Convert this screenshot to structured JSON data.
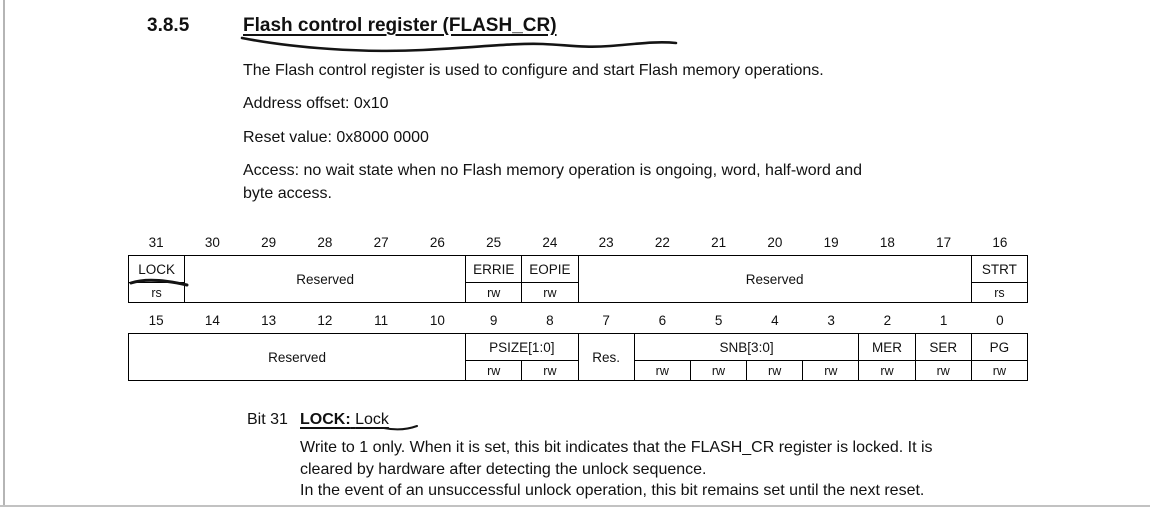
{
  "page": {
    "section_number": "3.8.5",
    "title": "Flash control register (FLASH_CR)",
    "paragraphs": {
      "intro": "The Flash control register is used to configure and start Flash memory operations.",
      "address_offset": "Address offset: 0x10",
      "reset_value": "Reset value: 0x8000 0000",
      "access_line1": "Access: no wait state when no Flash memory operation is ongoing, word, half-word and",
      "access_line2": "byte access."
    }
  },
  "register_diagram": {
    "register_name": "FLASH_CR",
    "rows": [
      {
        "bits": [
          "31",
          "30",
          "29",
          "28",
          "27",
          "26",
          "25",
          "24",
          "23",
          "22",
          "21",
          "20",
          "19",
          "18",
          "17",
          "16"
        ],
        "fields": [
          {
            "name": "LOCK",
            "span": 1,
            "access": [
              "rs"
            ]
          },
          {
            "name": "Reserved",
            "span": 5,
            "merged": true
          },
          {
            "name": "ERRIE",
            "span": 1,
            "access": [
              "rw"
            ]
          },
          {
            "name": "EOPIE",
            "span": 1,
            "access": [
              "rw"
            ]
          },
          {
            "name": "Reserved",
            "span": 7,
            "merged": true
          },
          {
            "name": "STRT",
            "span": 1,
            "access": [
              "rs"
            ]
          }
        ]
      },
      {
        "bits": [
          "15",
          "14",
          "13",
          "12",
          "11",
          "10",
          "9",
          "8",
          "7",
          "6",
          "5",
          "4",
          "3",
          "2",
          "1",
          "0"
        ],
        "fields": [
          {
            "name": "Reserved",
            "span": 6,
            "merged": true
          },
          {
            "name": "PSIZE[1:0]",
            "span": 2,
            "access": [
              "rw",
              "rw"
            ]
          },
          {
            "name": "Res.",
            "span": 1,
            "merged": true
          },
          {
            "name": "SNB[3:0]",
            "span": 4,
            "access": [
              "rw",
              "rw",
              "rw",
              "rw"
            ]
          },
          {
            "name": "MER",
            "span": 1,
            "access": [
              "rw"
            ]
          },
          {
            "name": "SER",
            "span": 1,
            "access": [
              "rw"
            ]
          },
          {
            "name": "PG",
            "span": 1,
            "access": [
              "rw"
            ]
          }
        ]
      }
    ]
  },
  "bit_description": {
    "bit_label": "Bit 31",
    "field_name": "LOCK:",
    "field_short": "Lock",
    "line1": "Write to 1 only. When it is set, this bit indicates that the FLASH_CR register is locked. It is",
    "line2": "cleared by hardware after detecting the unlock sequence.",
    "line3": "In the event of an unsuccessful unlock operation, this bit remains set until the next reset."
  },
  "colors": {
    "ink": "#111111",
    "table_border": "#000000",
    "page_edge": "#b5b5b5"
  }
}
